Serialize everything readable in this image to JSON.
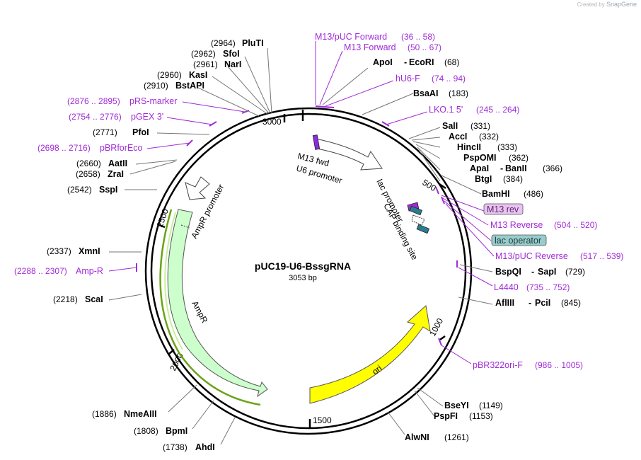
{
  "credit": {
    "prefix": "Created by",
    "brand": "SnapGene"
  },
  "plasmid": {
    "name": "pUC19-U6-BssgRNA",
    "length_label": "3053 bp"
  },
  "ticks": [
    "500",
    "1000",
    "1500",
    "2000",
    "2500",
    "3000"
  ],
  "right_enzymes": [
    {
      "name": "ApoI",
      "name2": "EcoRI",
      "pos": "(68)"
    },
    {
      "name": "BsaAI",
      "pos": "(183)"
    },
    {
      "name": "SalI",
      "pos": "(331)"
    },
    {
      "name": "AccI",
      "pos": "(332)"
    },
    {
      "name": "HincII",
      "pos": "(333)"
    },
    {
      "name": "PspOMI",
      "pos": "(362)"
    },
    {
      "name": "ApaI",
      "name2": "BanII",
      "pos": "(366)"
    },
    {
      "name": "BtgI",
      "pos": "(384)"
    },
    {
      "name": "BamHI",
      "pos": "(486)"
    },
    {
      "name": "BspQI",
      "name2": "SapI",
      "pos": "(729)"
    },
    {
      "name": "AflIII",
      "name2": "PciI",
      "pos": "(845)"
    },
    {
      "name": "BseYI",
      "pos": "(1149)"
    },
    {
      "name": "PspFI",
      "pos": "(1153)"
    },
    {
      "name": "AlwNI",
      "pos": "(1261)"
    }
  ],
  "left_enzymes": [
    {
      "name": "PluTI",
      "pos": "(2964)"
    },
    {
      "name": "SfoI",
      "pos": "(2962)"
    },
    {
      "name": "NarI",
      "pos": "(2961)"
    },
    {
      "name": "KasI",
      "pos": "(2960)"
    },
    {
      "name": "BstAPI",
      "pos": "(2910)"
    },
    {
      "name": "PfoI",
      "pos": "(2771)"
    },
    {
      "name": "AatII",
      "pos": "(2660)"
    },
    {
      "name": "ZraI",
      "pos": "(2658)"
    },
    {
      "name": "SspI",
      "pos": "(2542)"
    },
    {
      "name": "XmnI",
      "pos": "(2337)"
    },
    {
      "name": "ScaI",
      "pos": "(2218)"
    },
    {
      "name": "NmeAIII",
      "pos": "(1886)"
    },
    {
      "name": "BpmI",
      "pos": "(1808)"
    },
    {
      "name": "AhdI",
      "pos": "(1738)"
    }
  ],
  "primers": [
    {
      "name": "M13/pUC Forward",
      "range": "(36 .. 58)"
    },
    {
      "name": "M13 Forward",
      "range": "(50 .. 67)"
    },
    {
      "name": "hU6-F",
      "range": "(74 .. 94)"
    },
    {
      "name": "LKO.1 5'",
      "range": "(245 .. 264)"
    },
    {
      "name": "M13 rev",
      "range": ""
    },
    {
      "name": "M13 Reverse",
      "range": "(504 .. 520)"
    },
    {
      "name": "lac operator",
      "range": ""
    },
    {
      "name": "M13/pUC Reverse",
      "range": "(517 .. 539)"
    },
    {
      "name": "L4440",
      "range": "(735 .. 752)"
    },
    {
      "name": "pBR322ori-F",
      "range": "(986 .. 1005)"
    },
    {
      "name": "pRS-marker",
      "range": "(2876 .. 2895)"
    },
    {
      "name": "pGEX 3'",
      "range": "(2754 .. 2776)"
    },
    {
      "name": "pBRforEco",
      "range": "(2698 .. 2716)"
    },
    {
      "name": "Amp-R",
      "range": "(2288 .. 2307)"
    }
  ],
  "features": {
    "m13_fwd": "M13 fwd",
    "u6_promoter": "U6 promoter",
    "lac_promoter": "lac promoter",
    "cap_site": "CAP binding site",
    "ampr_promoter": "AmpR promoter",
    "ampr": "AmpR",
    "ori": "ori"
  },
  "colors": {
    "primer": "#a12bd8",
    "ori": "#ffff00",
    "ampr": "#ccffcc",
    "ampr_border": "#6aa317",
    "lac_op": "#99cccc",
    "m13rev_box": "#e9c3f2",
    "cap": "#2a7d8f"
  }
}
